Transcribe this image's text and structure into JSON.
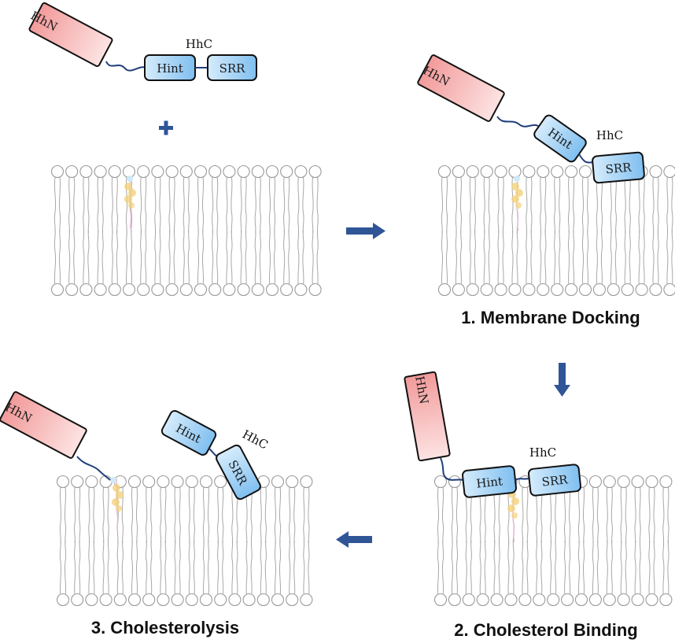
{
  "labels": {
    "hhn": "HhN",
    "hint": "Hint",
    "srr": "SRR",
    "hhc": "HhC"
  },
  "steps": {
    "step1": "1. Membrane Docking",
    "step2": "2. Cholesterol Binding",
    "step3": "3. Cholesterolysis"
  },
  "colors": {
    "hhn_fill": "#f5a3a3",
    "hint_fill": "#a9d4f5",
    "srr_fill": "#a9d4f5",
    "linker": "#1f3f7a",
    "arrow": "#2f5597",
    "cholesterol": "#f3d27a",
    "lipid": "#9a9a9a"
  },
  "icons": {
    "plus": "plus-icon",
    "arrow_right": "arrow-right-icon",
    "arrow_down": "arrow-down-icon",
    "arrow_left": "arrow-left-icon"
  }
}
